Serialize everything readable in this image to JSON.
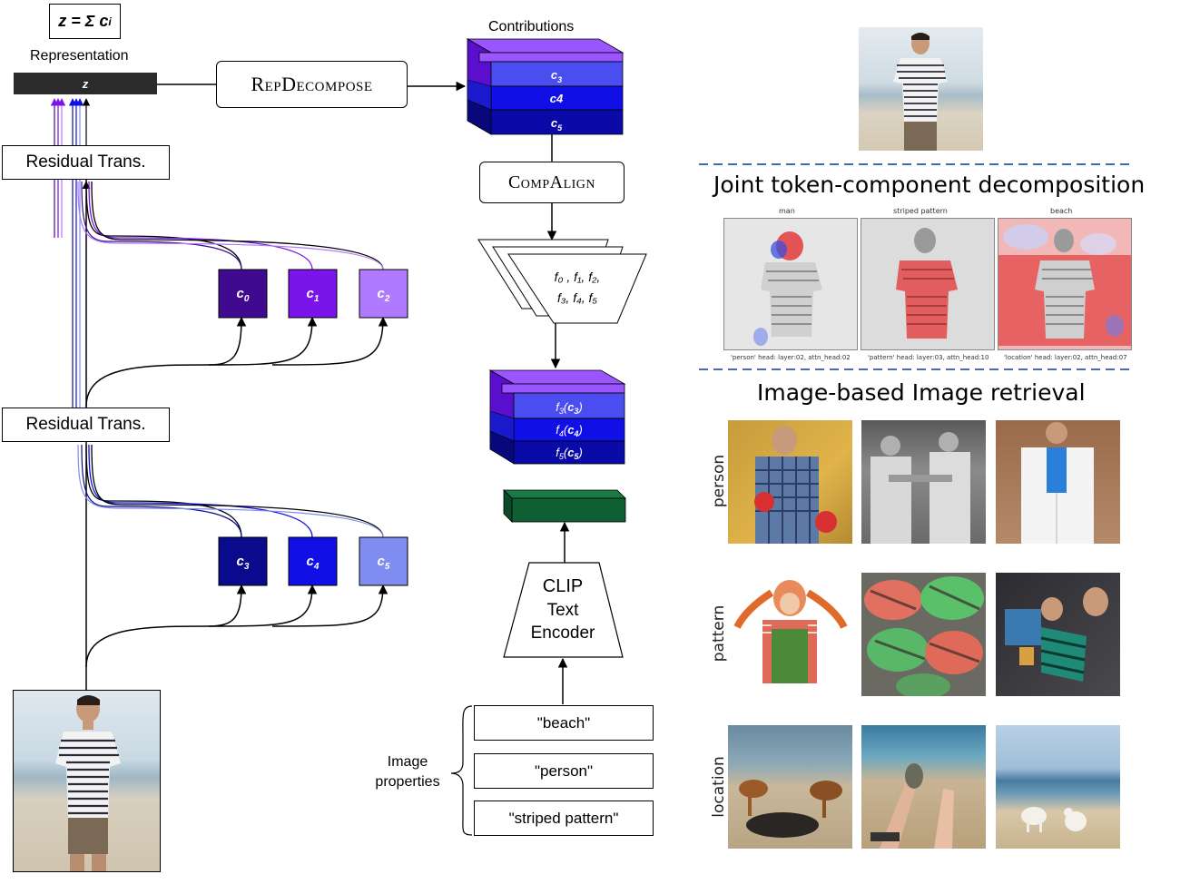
{
  "formula": "z = Σ c",
  "formula_sub": "i",
  "representation_label": "Representation",
  "z_label": "z",
  "rep_decompose": "RepDecompose",
  "contributions_label": "Contributions",
  "comp_align": "CompAlign",
  "residual_top": "Residual Trans.",
  "residual_bottom": "Residual Trans.",
  "components": [
    {
      "base": "c",
      "sub": "0",
      "color": "#3f0a8f"
    },
    {
      "base": "c",
      "sub": "1",
      "color": "#7a14e8"
    },
    {
      "base": "c",
      "sub": "2",
      "color": "#b07aff"
    },
    {
      "base": "c",
      "sub": "3",
      "color": "#0a0a8c"
    },
    {
      "base": "c",
      "sub": "4",
      "color": "#1010e6"
    },
    {
      "base": "c",
      "sub": "5",
      "color": "#7f8cf0"
    }
  ],
  "stack_labels": [
    {
      "base": "c",
      "sub": "3"
    },
    {
      "base": "c",
      "sub": "4"
    },
    {
      "base": "c",
      "sub": "5"
    }
  ],
  "f_list_line1": "f₀ , f₁, f₂,",
  "f_list_line2": "f₃, f₄, f₅",
  "f_stack": [
    {
      "f": "f",
      "fsub": "3",
      "c": "c",
      "csub": "3"
    },
    {
      "f": "f",
      "fsub": "4",
      "c": "c",
      "csub": "4"
    },
    {
      "f": "f",
      "fsub": "5",
      "c": "c",
      "csub": "5"
    }
  ],
  "clip_line1": "CLIP",
  "clip_line2": "Text",
  "clip_line3": "Encoder",
  "props_label_1": "Image",
  "props_label_2": "properties",
  "properties": [
    "\"beach\"",
    "\"person\"",
    "\"striped pattern\""
  ],
  "right": {
    "joint_title": "Joint token-component decomposition",
    "heatmap_titles": [
      "man",
      "striped pattern",
      "beach"
    ],
    "heatmap_captions": [
      "'person' head: layer:02, attn_head:02",
      "'pattern' head: layer:03, attn_head:10",
      "'location' head: layer:02, attn_head:07"
    ],
    "retrieval_title": "Image-based Image retrieval",
    "row_labels": [
      "person",
      "pattern",
      "location"
    ]
  },
  "colors": {
    "purple_dark": "#3f0a8f",
    "purple_mid": "#7a14e8",
    "purple_light": "#b07aff",
    "blue_dark": "#0a0a8c",
    "blue_mid": "#1010e6",
    "blue_light": "#7f8cf0",
    "green": "#0f5e34",
    "dashed": "#3d6fb0"
  }
}
